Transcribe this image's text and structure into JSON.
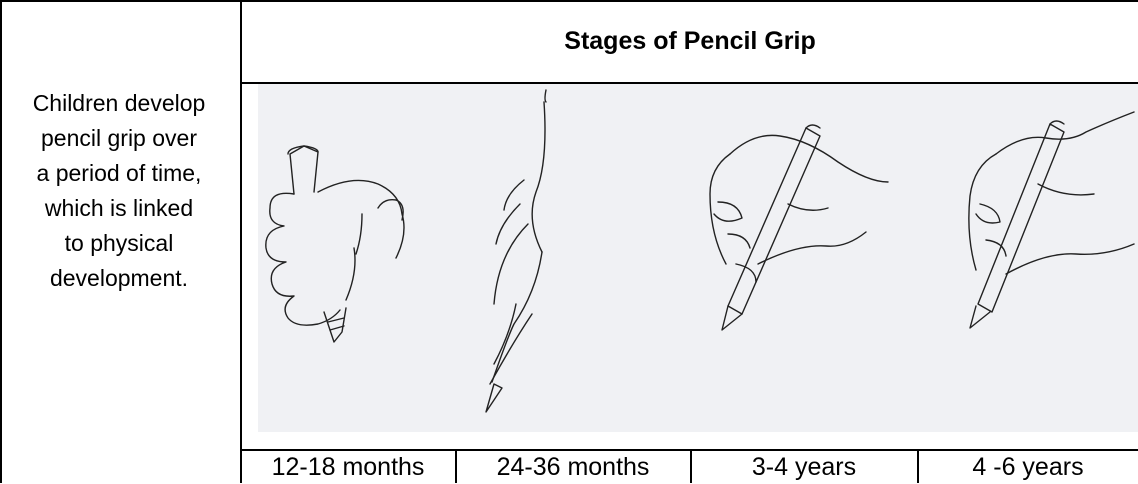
{
  "description_lines": [
    "Children develop",
    "pencil grip over",
    "a period of time,",
    "which is linked",
    "to physical",
    "development."
  ],
  "table_title": "Stages of Pencil Grip",
  "stages": [
    {
      "age": "12-18 months"
    },
    {
      "age": "24-36 months"
    },
    {
      "age": "3-4 years"
    },
    {
      "age": "4 -6 years"
    }
  ]
}
